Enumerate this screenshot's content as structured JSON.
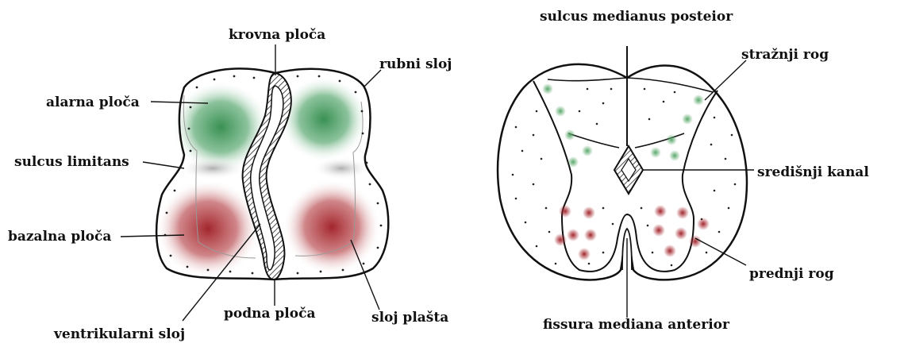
{
  "left_diagram": {
    "labels": {
      "roof_plate": "krovna ploča",
      "marginal_layer": "rubni sloj",
      "alar_plate": "alarna ploča",
      "sulcus_limitans": "sulcus limitans",
      "basal_plate": "bazalna ploča",
      "floor_plate": "podna ploča",
      "mantle_layer": "sloj plašta",
      "ventricular_layer": "ventrikularni sloj"
    },
    "colors": {
      "alar": "#2f8a4a",
      "basal": "#a11f24",
      "sulcus": "#b0b0b0"
    }
  },
  "right_diagram": {
    "labels": {
      "posterior_sulcus": "sulcus medianus posteior",
      "posterior_horn": "stražnji rog",
      "central_canal": "središnji kanal",
      "anterior_horn": "prednji rog",
      "anterior_fissure": "fissura mediana anterior"
    },
    "colors": {
      "posterior_dots": "#5aa86a",
      "anterior_dots": "#a3262d"
    }
  }
}
